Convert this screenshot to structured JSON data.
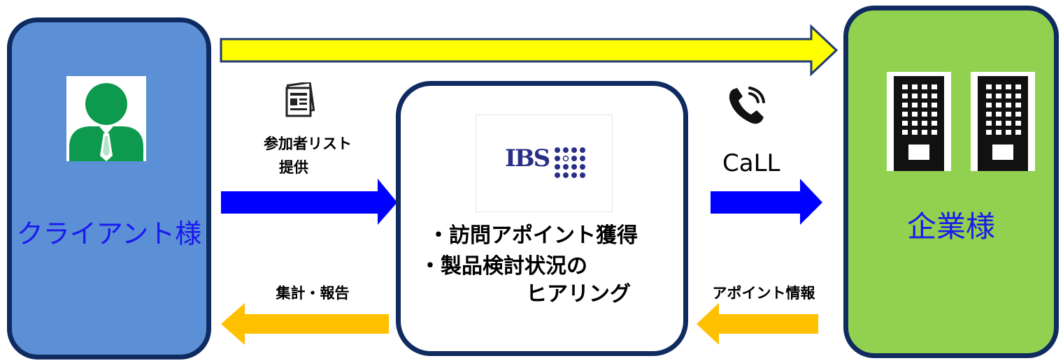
{
  "client": {
    "label": "クライアント様",
    "icon": "business-person-icon"
  },
  "company": {
    "label": "企業様",
    "icon": "office-building-icon"
  },
  "center": {
    "logo": "IBS",
    "line1": "・訪問アポイント獲得",
    "line2": "・製品検討状況の",
    "line3": "ヒアリング"
  },
  "arrows": {
    "list_label_line1": "参加者リスト",
    "list_label_line2": "提供",
    "call_label": "CaLL",
    "report_label": "集計・報告",
    "appointment_label": "アポイント情報"
  },
  "colors": {
    "client_fill": "#5b8fd6",
    "company_fill": "#92d050",
    "border": "#0f2b60",
    "blue_arrow": "#0000ff",
    "orange_arrow": "#ffc000",
    "yellow_arrow": "#ffff00",
    "person_green": "#0e9a4e"
  }
}
